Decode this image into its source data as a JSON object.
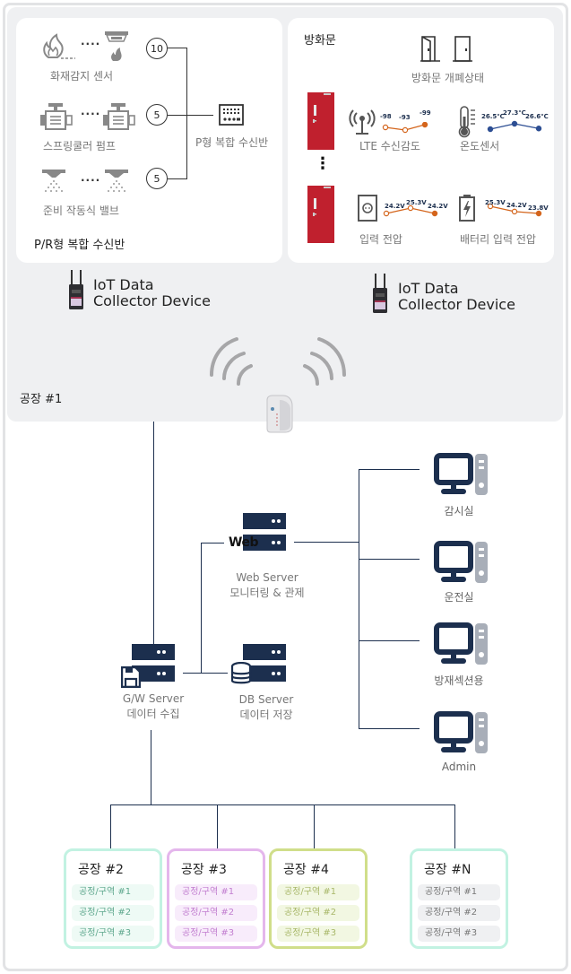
{
  "colors": {
    "navy": "#1c2f4e",
    "door_red": "#c0202e",
    "lte_orange": "#d4651c",
    "temp_blue": "#2d4e93",
    "frame_gray": "#e2e3e5",
    "factory_bg": "#eff0f2",
    "factory2_border": "#c2f2e2",
    "factory3_border": "#e4b6ec",
    "factory4_border": "#d0de8a",
    "factoryN_border": "#c2f2e2"
  },
  "pr_panel": {
    "title": "P/R형 복합 수신반",
    "rows": [
      {
        "label": "화재감지 센서",
        "count": "10",
        "icon": "fire-sensor-icon"
      },
      {
        "label": "스프링쿨러 펌프",
        "count": "5",
        "icon": "pump-icon"
      },
      {
        "label": "준비 작동식 밸브",
        "count": "5",
        "icon": "sprinkler-valve-icon"
      }
    ],
    "dots": "····",
    "receiver_label": "P형 복합 수신반"
  },
  "fire_door_panel": {
    "title": "방화문",
    "door_status_label": "방화문 개폐상태",
    "vertical_dots": "⋮",
    "sensors": [
      {
        "label": "LTE 수신감도",
        "values": [
          "-98",
          "-93",
          "-99"
        ]
      },
      {
        "label": "온도센서",
        "values": [
          "26.5℃",
          "27.3℃",
          "26.6℃"
        ]
      },
      {
        "label": "입력 전압",
        "values": [
          "24.2V",
          "25.3V",
          "24.2V"
        ]
      },
      {
        "label": "배터리 입력 전압",
        "values": [
          "25.3V",
          "24.2V",
          "23.8V"
        ]
      }
    ]
  },
  "iot_devices": [
    {
      "line1": "IoT Data",
      "line2": "Collector Device"
    },
    {
      "line1": "IoT Data",
      "line2": "Collector Device"
    }
  ],
  "factory1_label": "공장 #1",
  "servers": {
    "web": {
      "badge": "Web",
      "name": "Web Server",
      "desc": "모니터링 & 관제"
    },
    "gw": {
      "name": "G/W Server",
      "desc": "데이터 수집"
    },
    "db": {
      "name": "DB Server",
      "desc": "데이터 저장"
    }
  },
  "clients": [
    {
      "label": "감시실"
    },
    {
      "label": "운전실"
    },
    {
      "label": "방재섹션용"
    },
    {
      "label": "Admin"
    }
  ],
  "factories": [
    {
      "title": "공장 #2",
      "items": [
        "공정/구역 #1",
        "공정/구역 #2",
        "공정/구역 #3"
      ]
    },
    {
      "title": "공장 #3",
      "items": [
        "공정/구역 #1",
        "공정/구역 #2",
        "공정/구역 #3"
      ]
    },
    {
      "title": "공장 #4",
      "items": [
        "공정/구역 #1",
        "공정/구역 #2",
        "공정/구역 #3"
      ]
    },
    {
      "title": "공장 #N",
      "items": [
        "공정/구역 #1",
        "공정/구역 #2",
        "공정/구역 #3"
      ]
    }
  ]
}
